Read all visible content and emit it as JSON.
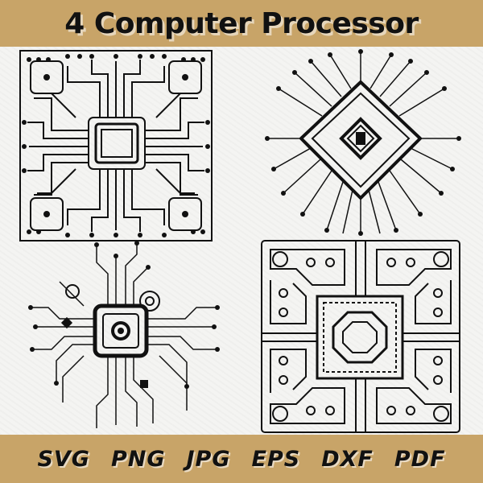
{
  "header": {
    "title": "4 Computer Processor"
  },
  "formats": [
    "SVG",
    "PNG",
    "JPG",
    "EPS",
    "DXF",
    "PDF"
  ],
  "illustrations": [
    {
      "icon": "processor-square-circuit-icon"
    },
    {
      "icon": "processor-diamond-circuit-icon"
    },
    {
      "icon": "processor-radial-circuit-icon"
    },
    {
      "icon": "processor-octagon-circuit-icon"
    }
  ],
  "colors": {
    "banner": "#c8a468",
    "panel": "#f4f4f2",
    "ink": "#111111"
  }
}
